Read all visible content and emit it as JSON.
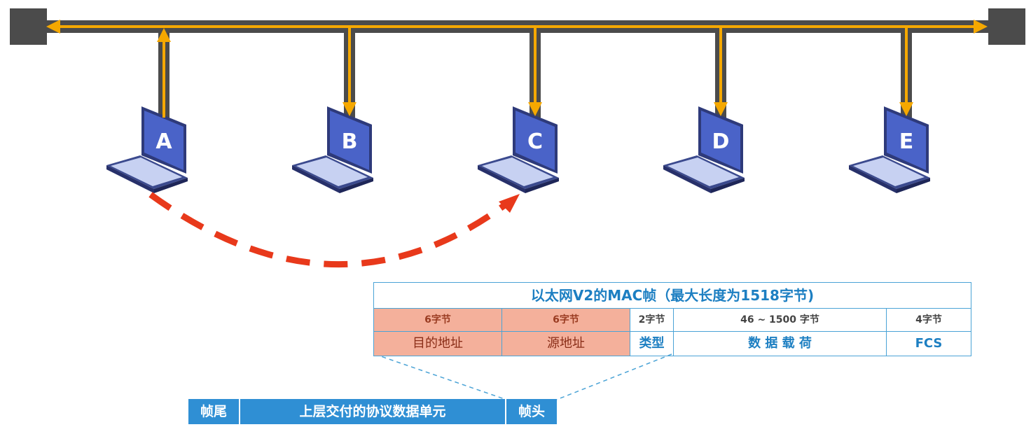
{
  "hosts": [
    {
      "label": "A"
    },
    {
      "label": "B"
    },
    {
      "label": "C"
    },
    {
      "label": "D"
    },
    {
      "label": "E"
    }
  ],
  "colors": {
    "bus": "#4b4b4b",
    "signal": "#f5a800",
    "unicast_arrow": "#e8391b",
    "laptop_screen": "#4a63c8",
    "table_border": "#4aa3d6",
    "address_fill": "#f4b09b",
    "pdu_bar": "#2f8fd4"
  },
  "mac_frame": {
    "title": "以太网V2的MAC帧（最大长度为1518字节)",
    "fields": [
      {
        "size": "6字节",
        "name": "目的地址"
      },
      {
        "size": "6字节",
        "name": "源地址"
      },
      {
        "size": "2字节",
        "name": "类型"
      },
      {
        "size": "46 ~ 1500 字节",
        "name": "数 据 载 荷"
      },
      {
        "size": "4字节",
        "name": "FCS"
      }
    ]
  },
  "pdu_bar": {
    "trailer": "帧尾",
    "payload": "上层交付的协议数据单元",
    "header": "帧头"
  }
}
